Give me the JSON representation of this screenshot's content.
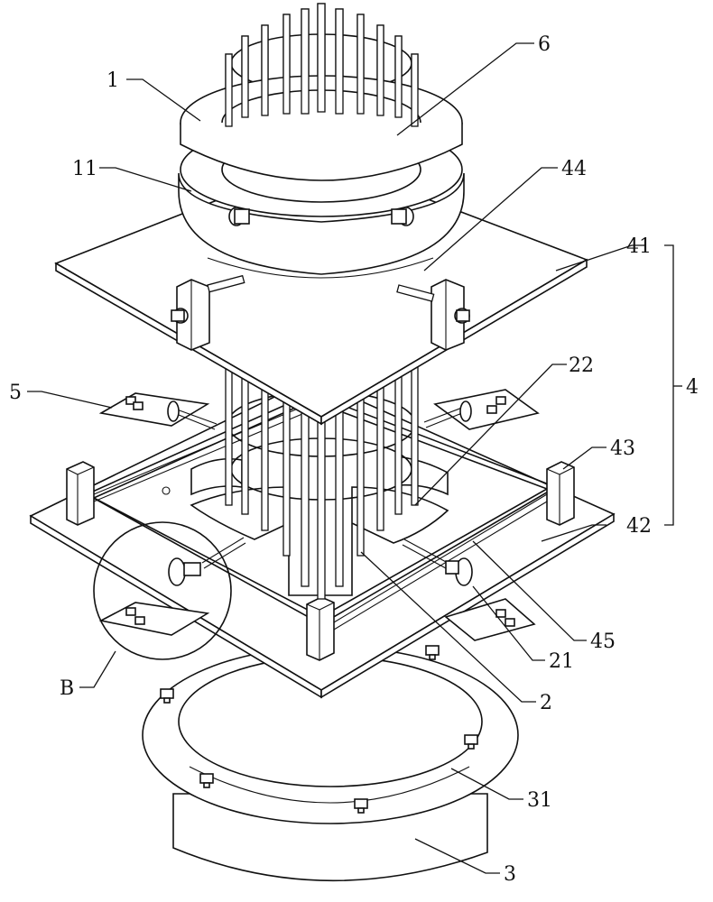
{
  "labels": {
    "l1": "1",
    "l6": "6",
    "l11": "11",
    "l44": "44",
    "l41": "41",
    "l5": "5",
    "l22": "22",
    "l4": "4",
    "l43": "43",
    "l42": "42",
    "l45": "45",
    "l21": "21",
    "lB": "B",
    "l2": "2",
    "l31": "31",
    "l3": "3"
  }
}
